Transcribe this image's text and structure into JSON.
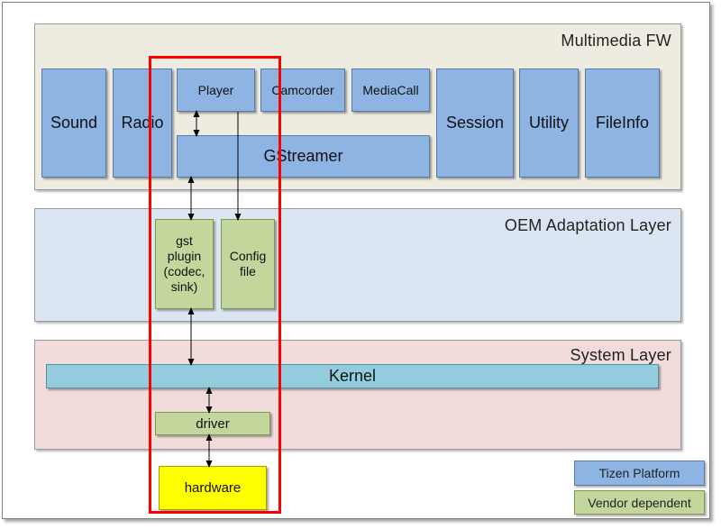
{
  "layers": {
    "multimedia": {
      "title": "Multimedia FW",
      "color": "#eeece1"
    },
    "oem": {
      "title": "OEM Adaptation Layer",
      "color": "#dce6f2"
    },
    "system": {
      "title": "System Layer",
      "color": "#f2dcdb"
    }
  },
  "multimedia_boxes": {
    "sound": "Sound",
    "radio": "Radio",
    "player": "Player",
    "camcorder": "Camcorder",
    "mediacall": "MediaCall",
    "gstreamer": "GStreamer",
    "session": "Session",
    "utility": "Utility",
    "fileinfo": "FileInfo"
  },
  "oem_boxes": {
    "gst_plugin": "gst\nplugin\n(codec,\nsink)",
    "config_file": "Config\nfile"
  },
  "system_boxes": {
    "kernel": "Kernel",
    "driver": "driver"
  },
  "hardware": "hardware",
  "legend": {
    "tizen_platform": {
      "label": "Tizen Platform",
      "color": "#8eb4e3"
    },
    "vendor_dependent": {
      "label": "Vendor dependent",
      "color": "#c3d69b"
    }
  },
  "highlight_color": "#ff0000"
}
